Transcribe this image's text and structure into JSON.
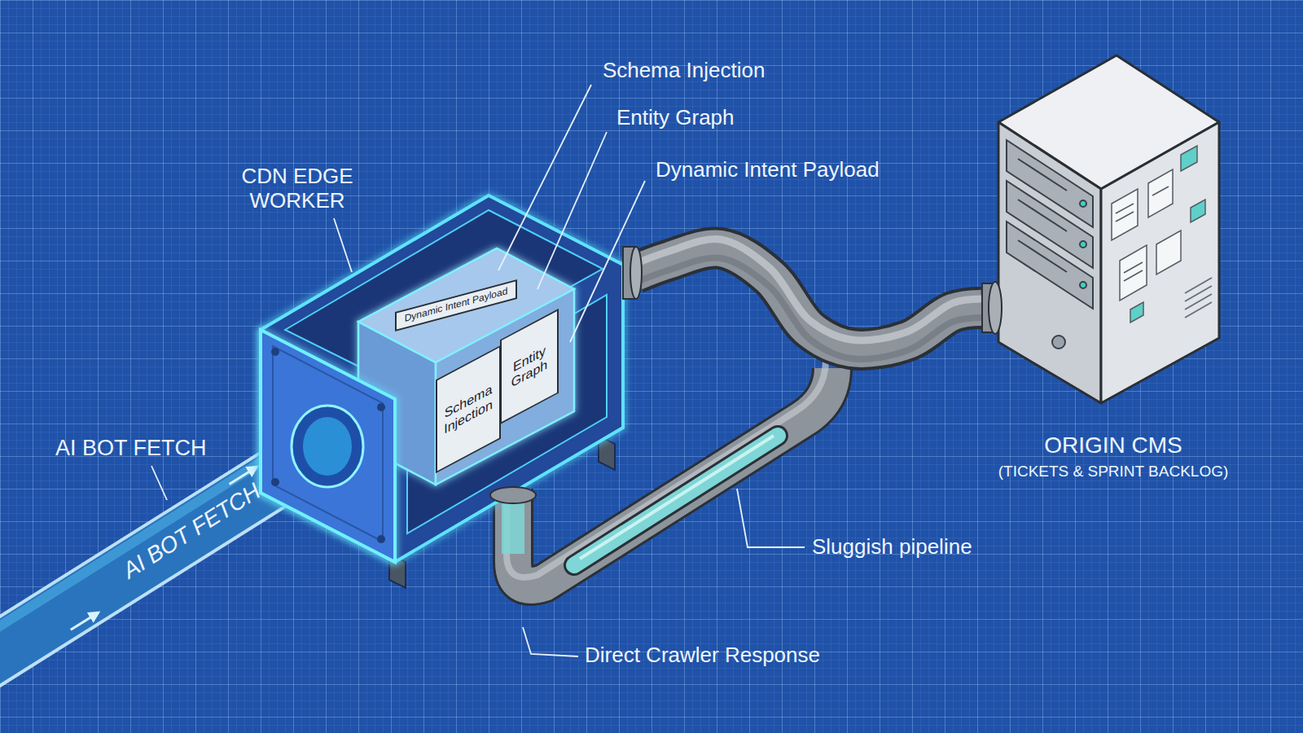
{
  "diagram": {
    "nodes": [
      {
        "text": [
          "CDN EDGE WORKER"
        ]
      },
      {
        "text": [
          "Dynamic Intent Payload"
        ],
        "in": 0
      },
      {
        "text": [
          "Schema Injection"
        ],
        "in": 0
      },
      {
        "text": [
          "Entity Graph"
        ],
        "in": 0
      },
      {
        "text": [
          "ORIGIN CMS",
          "(TICKETS & SPRINT BACKLOG)"
        ]
      }
    ],
    "edges": [
      {
        "from": 0,
        "to": 4,
        "arrow": "none"
      }
    ],
    "labels": [
      "Schema Injection",
      "Entity Graph",
      "Dynamic Intent Payload",
      "AI BOT FETCH",
      "AI BOT FETCH",
      "Sluggish pipeline",
      "Direct Crawler Response"
    ]
  }
}
